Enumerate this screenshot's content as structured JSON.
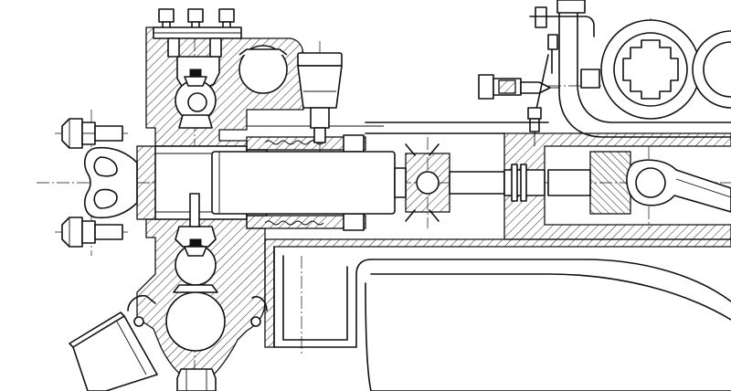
{
  "drawing": {
    "colors": {
      "line": "#111111",
      "background": "#ffffff"
    },
    "components": [
      "pump-head",
      "packing-gland",
      "plunger",
      "crosshead",
      "connecting-rod",
      "gear-train",
      "oil-cup",
      "relief-valve",
      "suction-valve",
      "discharge-valve",
      "suction-inlet-pipe",
      "frame-casting"
    ]
  }
}
